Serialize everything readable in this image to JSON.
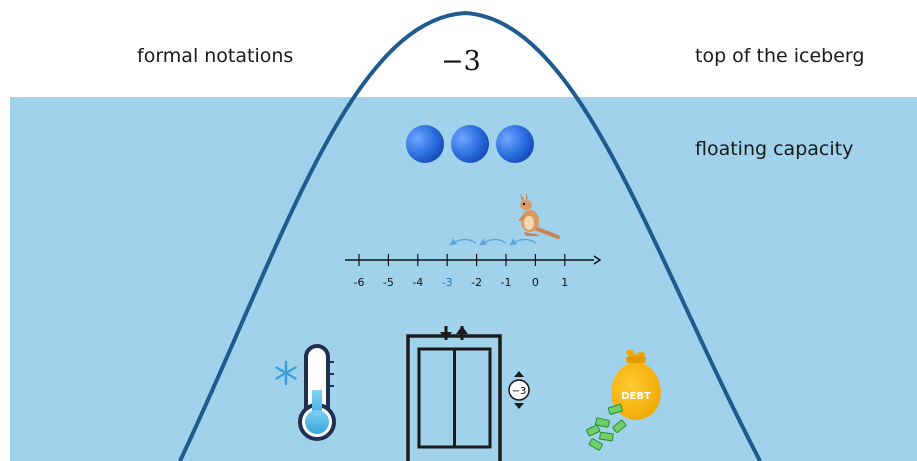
{
  "labels": {
    "left_top": "formal notations",
    "center_top": "−3",
    "right_top": "top of the iceberg",
    "right_mid": "floating capacity"
  },
  "number_line": {
    "ticks": [
      "-6",
      "-5",
      "-4",
      "-3",
      "-2",
      "-1",
      "0",
      "1"
    ],
    "highlight_value": "-3"
  },
  "elevator": {
    "floor_display": "−3"
  },
  "money_bag": {
    "text": "DEBT"
  },
  "colors": {
    "water": "#a0d2ec",
    "iceberg_line": "#1f5b8f",
    "ball": "#1f62d6",
    "highlight": "#2a6fc0"
  },
  "icons": [
    "blue-ball-icon",
    "kangaroo-icon",
    "jump-arrow-icon",
    "thermometer-icon",
    "snowflake-icon",
    "elevator-icon",
    "money-bag-icon",
    "banknote-icon"
  ]
}
